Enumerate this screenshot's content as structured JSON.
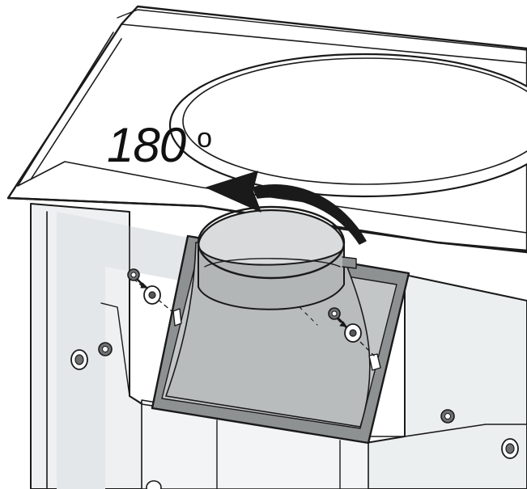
{
  "diagram": {
    "rotation": {
      "angle_value": "180",
      "angle_unit": "o",
      "direction": "counter-clockwise"
    },
    "colors": {
      "line": "#1a1a1a",
      "panel_shade": "#e6e9eb",
      "adapter_fill": "#909394",
      "adapter_inner": "#c6c9ca",
      "arrow": "#1a1a1a",
      "background": "#ffffff"
    },
    "parts": {
      "hood_top": "flat-top-panel",
      "duct_adapter": "rectangular-to-round-transition",
      "screws": 2,
      "washers": 2,
      "side_nuts": 4
    }
  }
}
